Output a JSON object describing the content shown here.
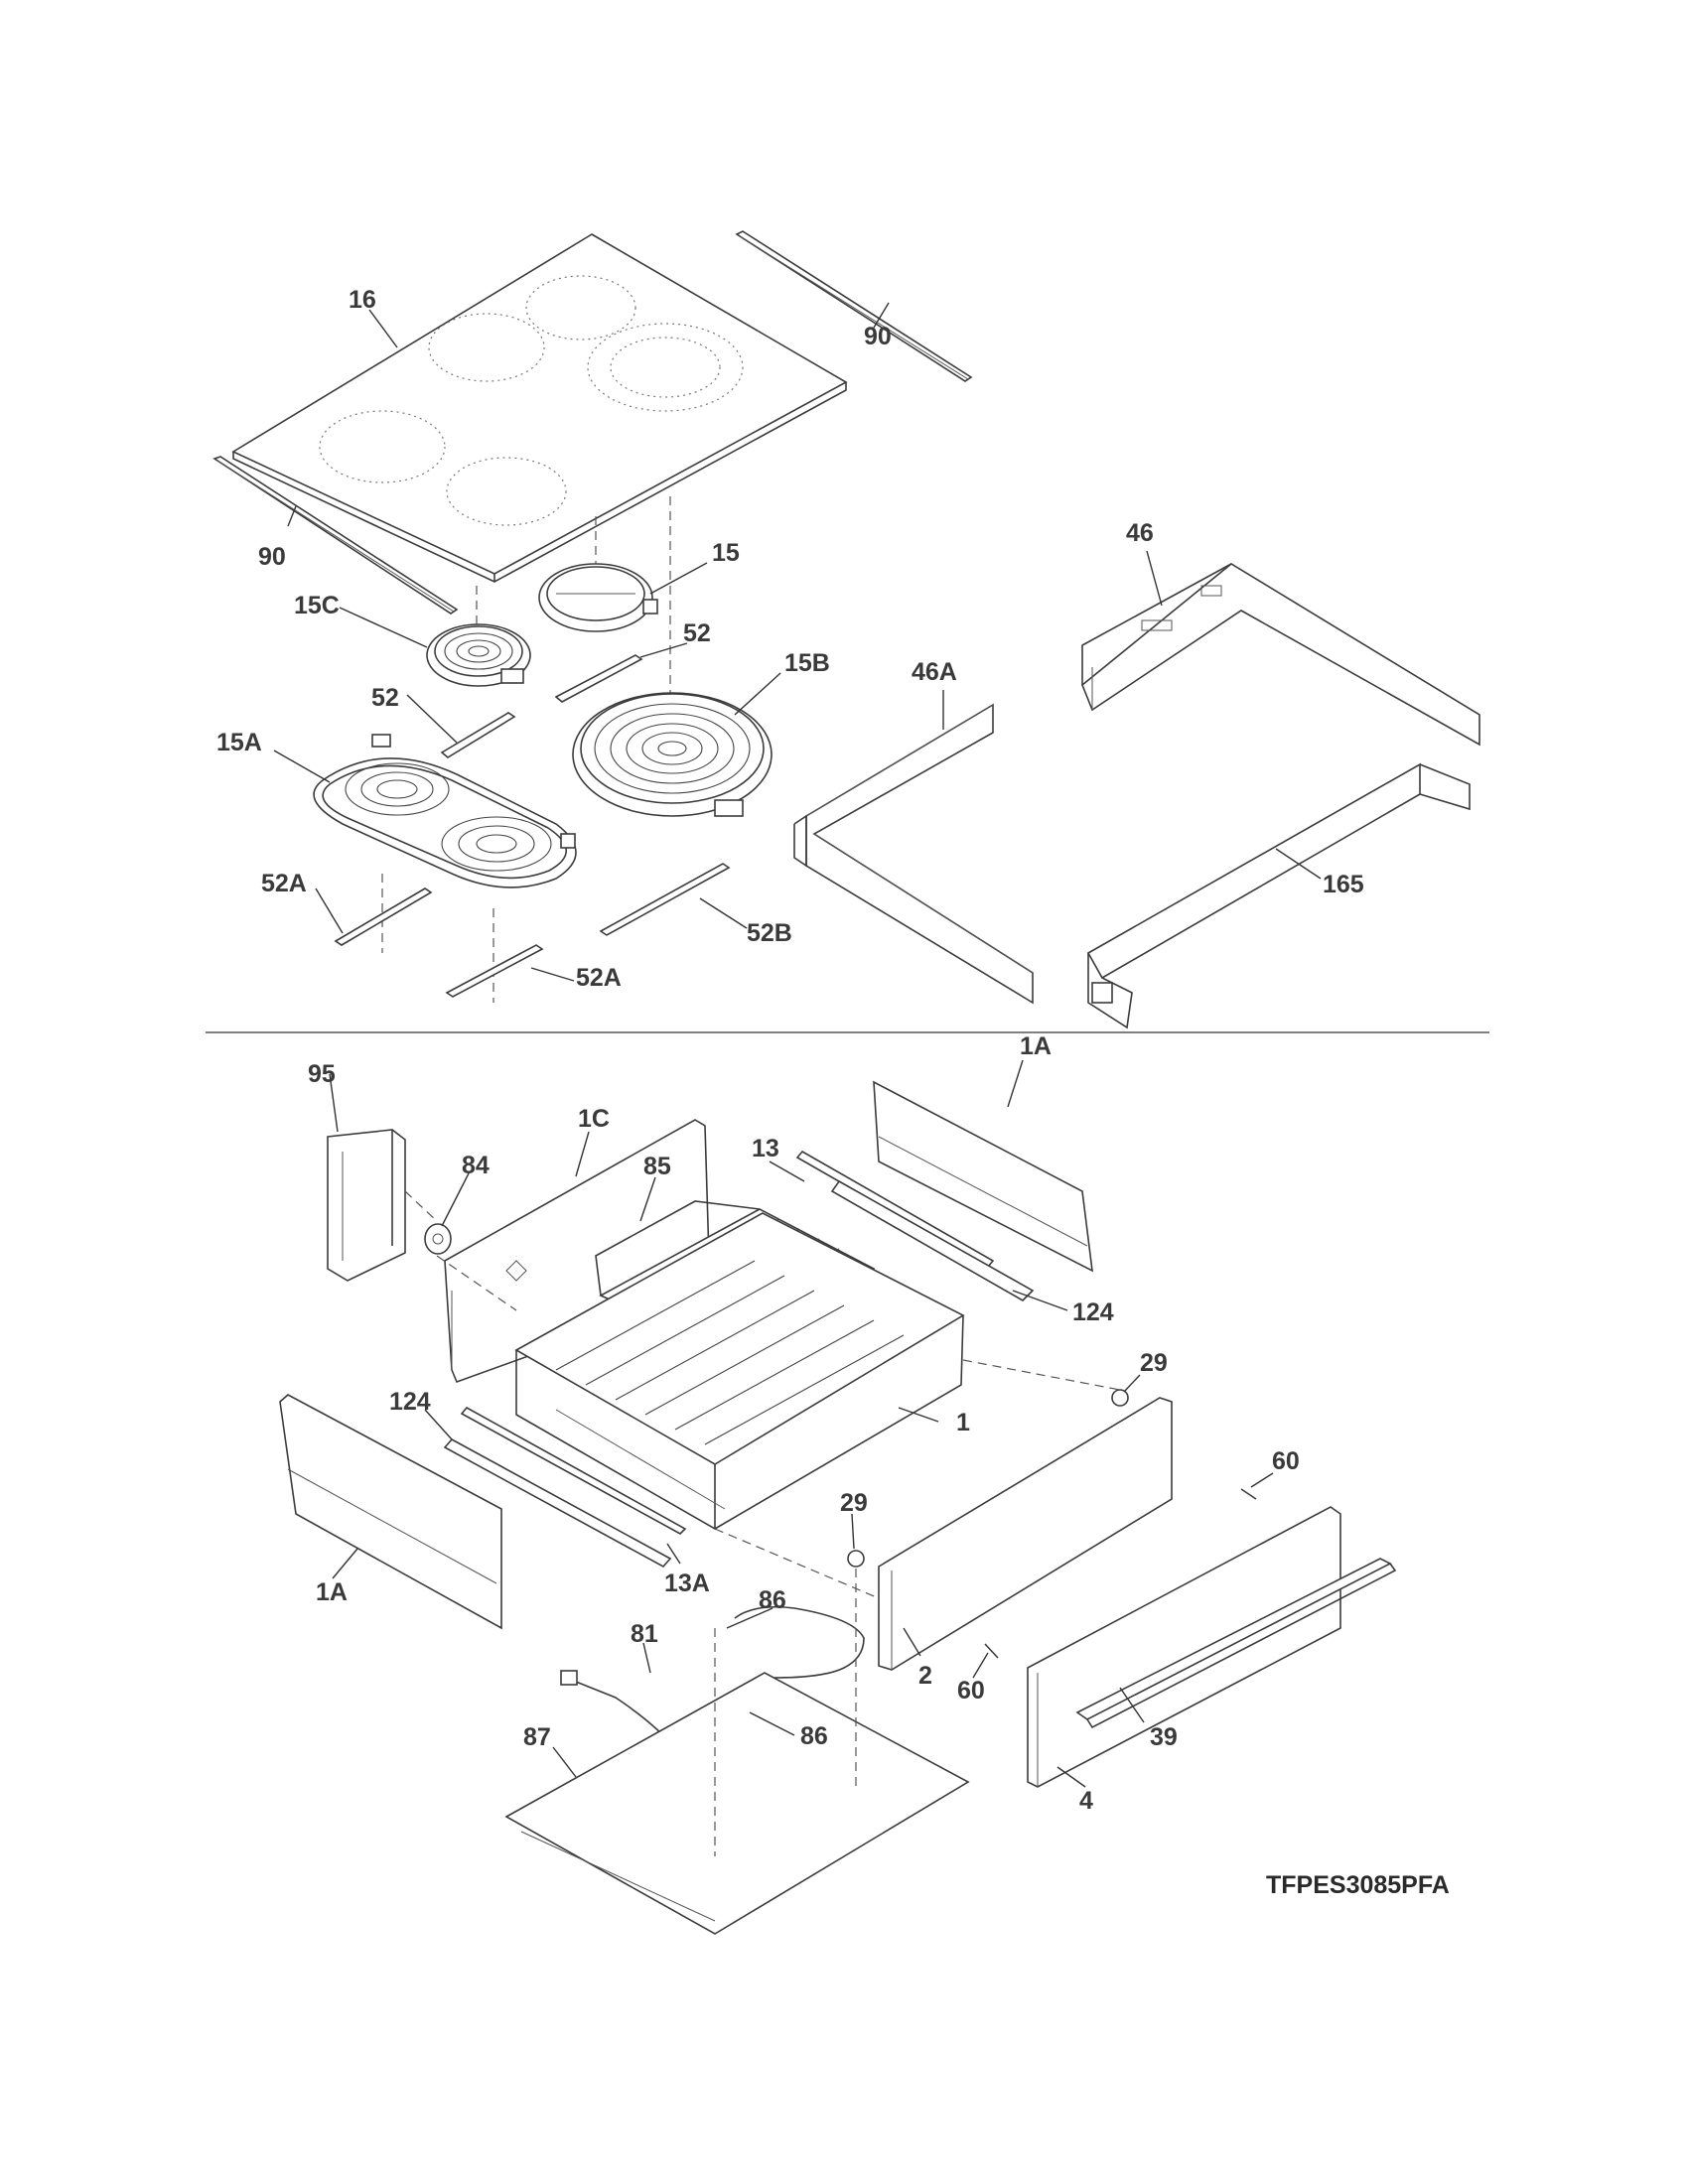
{
  "diagram": {
    "model_code": "TFPES3085PFA",
    "part_labels": {
      "p16": "16",
      "p90_right": "90",
      "p90_left": "90",
      "p15": "15",
      "p15C": "15C",
      "p52_right": "52",
      "p52_left": "52",
      "p15B": "15B",
      "p15A": "15A",
      "p52A_left": "52A",
      "p52B": "52B",
      "p52A_bottom": "52A",
      "p46": "46",
      "p46A": "46A",
      "p165": "165",
      "p95": "95",
      "p84": "84",
      "p1C": "1C",
      "p85": "85",
      "p13": "13",
      "p1A_top": "1A",
      "p124_right": "124",
      "p29_right": "29",
      "p124_left": "124",
      "p1": "1",
      "p60_top": "60",
      "p29_mid": "29",
      "p1A_left": "1A",
      "p13A": "13A",
      "p86_top": "86",
      "p81": "81",
      "p2": "2",
      "p60_bottom": "60",
      "p39": "39",
      "p86_mid": "86",
      "p87": "87",
      "p4": "4"
    }
  }
}
